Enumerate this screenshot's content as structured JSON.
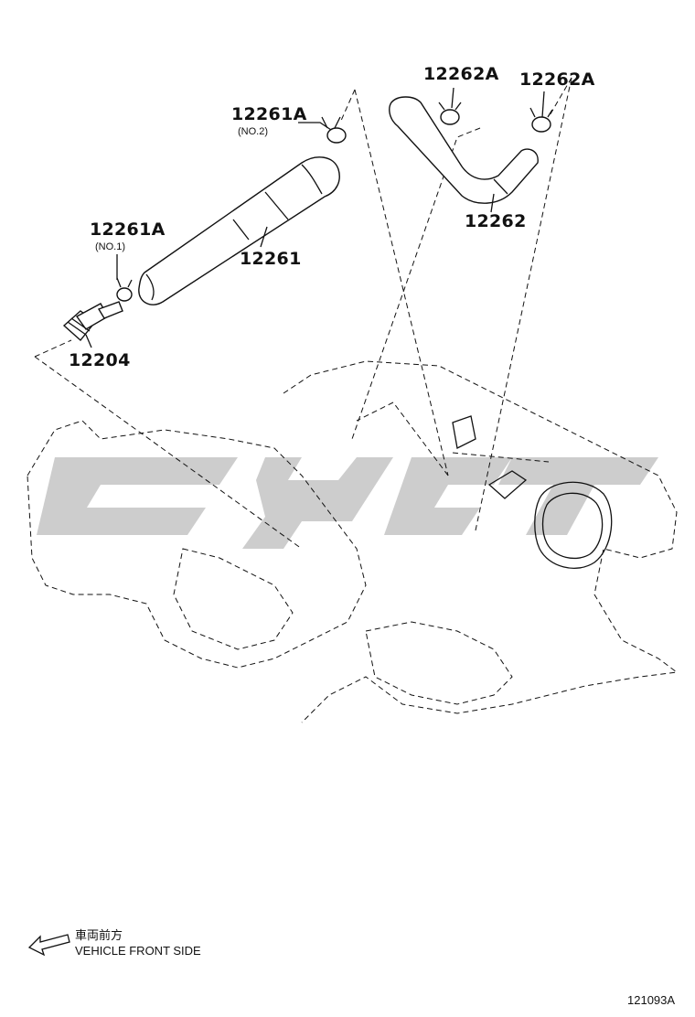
{
  "parts": [
    {
      "number": "12261A",
      "sub": "(NO.2)"
    },
    {
      "number": "12262A"
    },
    {
      "number": "12262A"
    },
    {
      "number": "12261A",
      "sub": "(NO.1)"
    },
    {
      "number": "12261"
    },
    {
      "number": "12262"
    },
    {
      "number": "12204"
    }
  ],
  "direction": {
    "japanese": "車両前方",
    "english": "VEHICLE FRONT SIDE",
    "icon": "left-arrow-icon"
  },
  "illustration_number": "121093A",
  "watermark": {
    "text": "CYCT",
    "color": "#c8c8c8"
  }
}
